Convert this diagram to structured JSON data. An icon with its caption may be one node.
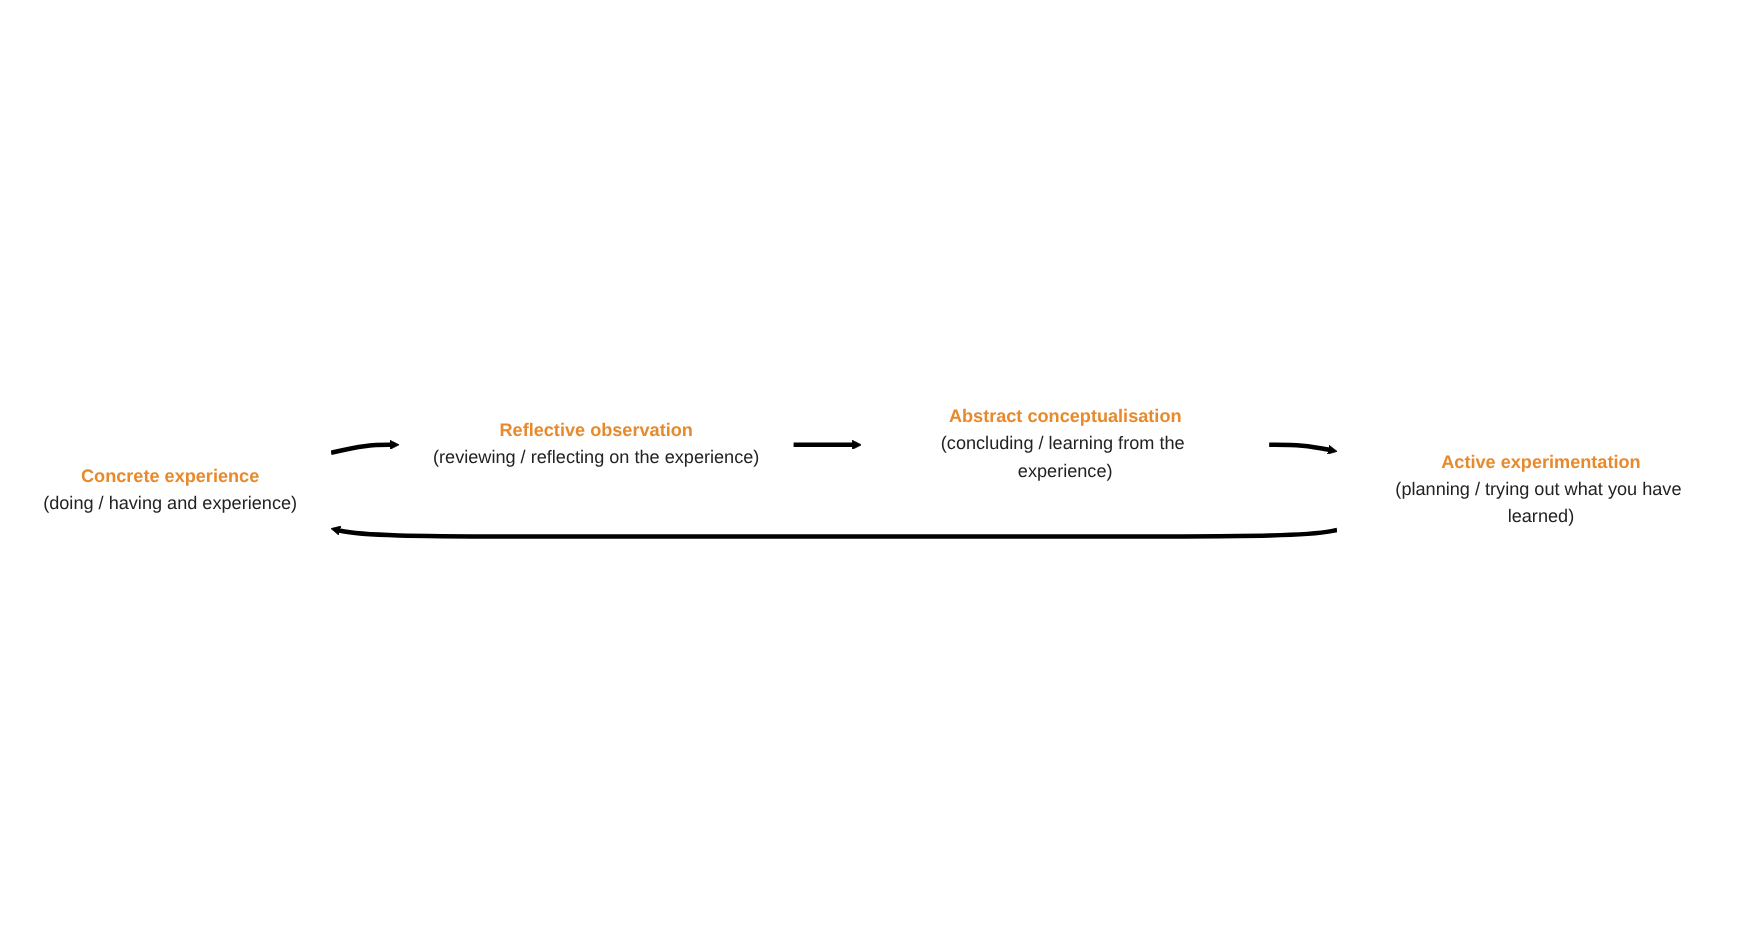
{
  "diagram": {
    "nodes": [
      {
        "text": [
          "Concrete experience",
          "(doing / having and experience)"
        ]
      },
      {
        "text": [
          "Reflective observation",
          "(reviewing / reflecting on the experience)"
        ]
      },
      {
        "text": [
          "Abstract conceptualisation",
          "(concluding / learning from the experience)"
        ]
      },
      {
        "text": [
          "Active experimentation",
          "(planning / trying out what you have learned)"
        ]
      }
    ],
    "edges": [
      {
        "from": 0,
        "to": 1,
        "arrow": "to"
      },
      {
        "from": 1,
        "to": 2,
        "arrow": "to"
      },
      {
        "from": 2,
        "to": 3,
        "arrow": "to"
      },
      {
        "from": 3,
        "to": 0,
        "arrow": "to"
      }
    ]
  }
}
